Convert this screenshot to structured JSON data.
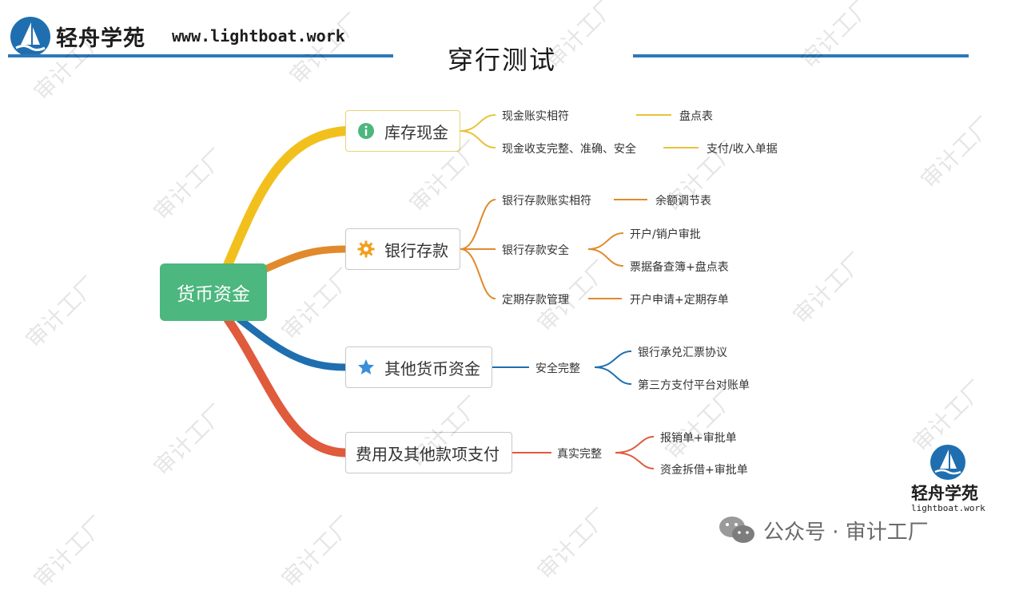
{
  "header": {
    "brand_name": "轻舟学苑",
    "brand_url": "www.lightboat.work",
    "title": "穿行测试"
  },
  "mindmap": {
    "root": "货币资金",
    "branches": [
      {
        "label": "库存现金",
        "icon": "info-icon",
        "color": "#f0c020",
        "children": [
          {
            "label": "现金账实相符",
            "children": [
              "盘点表"
            ]
          },
          {
            "label": "现金收支完整、准确、安全",
            "children": [
              "支付/收入单据"
            ]
          }
        ]
      },
      {
        "label": "银行存款",
        "icon": "gear-icon",
        "color": "#e08a2c",
        "children": [
          {
            "label": "银行存款账实相符",
            "children": [
              "余额调节表"
            ]
          },
          {
            "label": "银行存款安全",
            "children": [
              "开户/销户审批",
              "票据备查簿+盘点表"
            ]
          },
          {
            "label": "定期存款管理",
            "children": [
              "开户申请+定期存单"
            ]
          }
        ]
      },
      {
        "label": "其他货币资金",
        "icon": "star-icon",
        "color": "#1f6fb0",
        "children": [
          {
            "label": "安全完整",
            "children": [
              "银行承兑汇票协议",
              "第三方支付平台对账单"
            ]
          }
        ]
      },
      {
        "label": "费用及其他款项支付",
        "icon": "",
        "color": "#e05a3c",
        "children": [
          {
            "label": "真实完整",
            "children": [
              "报销单+审批单",
              "资金拆借+审批单"
            ]
          }
        ]
      }
    ]
  },
  "watermark": "审计工厂",
  "footer": {
    "logo_name": "轻舟学苑",
    "logo_url": "lightboat.work",
    "wechat_text": "公众号 · 审计工厂"
  }
}
